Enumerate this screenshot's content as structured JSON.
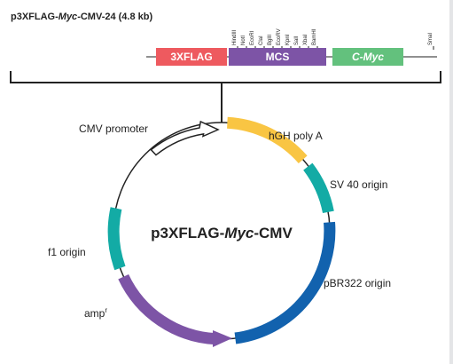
{
  "header": {
    "title_prefix": "p3XFLAG-",
    "title_italic": "Myc",
    "title_suffix": "-CMV-24 (4.8 kb)"
  },
  "mcs_sites": [
    "HindIII",
    "NotI",
    "EcoRI",
    "ClaI",
    "BglII",
    "EcoRV",
    "KpnI",
    "SalI",
    "XbaI",
    "BamHI"
  ],
  "sma_site": "SmaI",
  "linear_map": {
    "flag_label": "3XFLAG",
    "mcs_label": "MCS",
    "myc_label": "C-Myc"
  },
  "plasmid": {
    "name_prefix": "p3XFLAG-",
    "name_italic": "Myc",
    "name_suffix": "-CMV",
    "features": {
      "cmv": "CMV promoter",
      "hgh": "hGH poly A",
      "sv40": "SV 40 origin",
      "pbr": "pBR322 origin",
      "amp": "amp",
      "amp_sup": "r",
      "f1": "f1 origin"
    }
  },
  "colors": {
    "flag": "#ee5a5f",
    "mcs": "#7d54a6",
    "myc": "#63c17d",
    "hgh": "#f9c543",
    "teal": "#13aba5",
    "pbr": "#1262ae",
    "amp": "#7d54a6",
    "line": "#222222"
  }
}
